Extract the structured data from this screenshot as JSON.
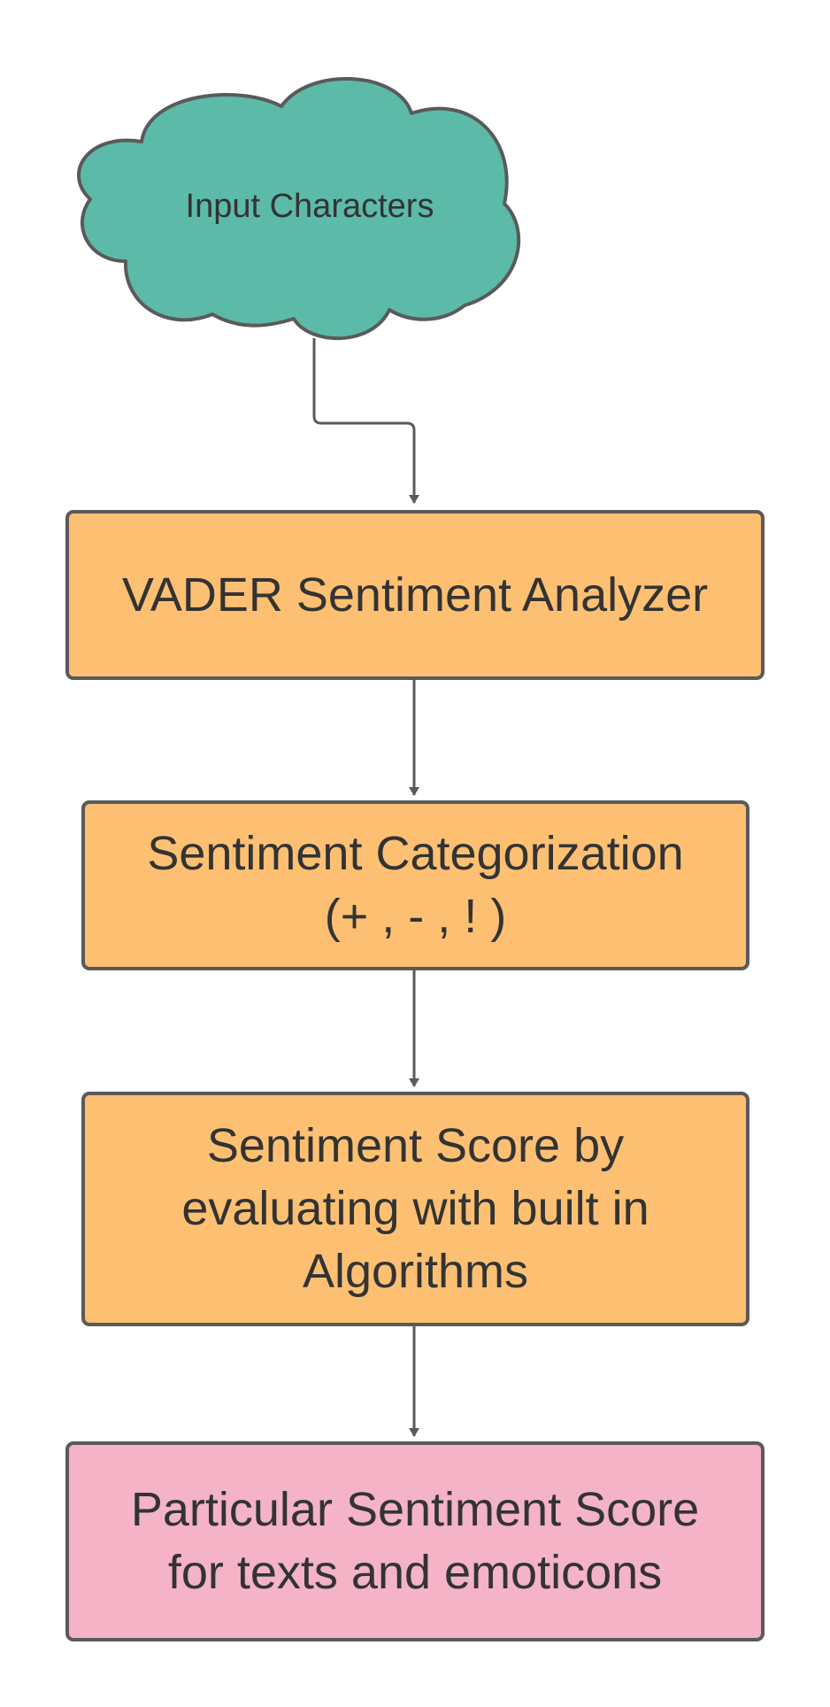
{
  "colors": {
    "cloud_fill": "#5cbaa8",
    "process_fill": "#fdc073",
    "output_fill": "#f4b3c7",
    "stroke": "#5a5a5a",
    "text": "#333333"
  },
  "nodes": {
    "input": {
      "label": "Input Characters",
      "shape": "cloud"
    },
    "analyzer": {
      "label": "VADER Sentiment Analyzer",
      "shape": "rectangle"
    },
    "categorization": {
      "label": "Sentiment Categorization\n(+ , - , ! )",
      "shape": "rectangle"
    },
    "score": {
      "label": "Sentiment Score by\nevaluating with built in\nAlgorithms",
      "shape": "rectangle"
    },
    "output": {
      "label": "Particular Sentiment Score\nfor texts and emoticons",
      "shape": "rectangle"
    }
  },
  "edges": [
    {
      "from": "input",
      "to": "analyzer"
    },
    {
      "from": "analyzer",
      "to": "categorization"
    },
    {
      "from": "categorization",
      "to": "score"
    },
    {
      "from": "score",
      "to": "output"
    }
  ]
}
